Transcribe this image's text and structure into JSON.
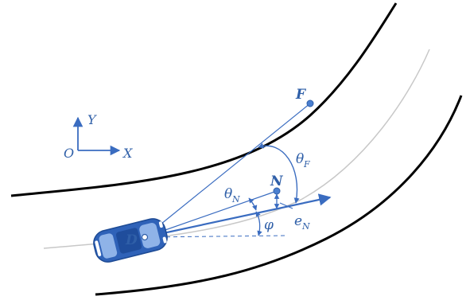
{
  "labels": {
    "F": "F",
    "N": "N",
    "D": "D",
    "theta_F": "θ",
    "theta_F_sub": "F",
    "theta_N": "θ",
    "theta_N_sub": "N",
    "phi": "φ",
    "e_N": "e",
    "e_N_sub": "N",
    "axis_O": "O",
    "axis_X": "X",
    "axis_Y": "Y"
  },
  "colors": {
    "road_edge": "#000000",
    "center_line": "#c8c8c8",
    "accent": "#3a6cc0",
    "car_body": "#2f62b8",
    "label": "#2f5fa8"
  }
}
